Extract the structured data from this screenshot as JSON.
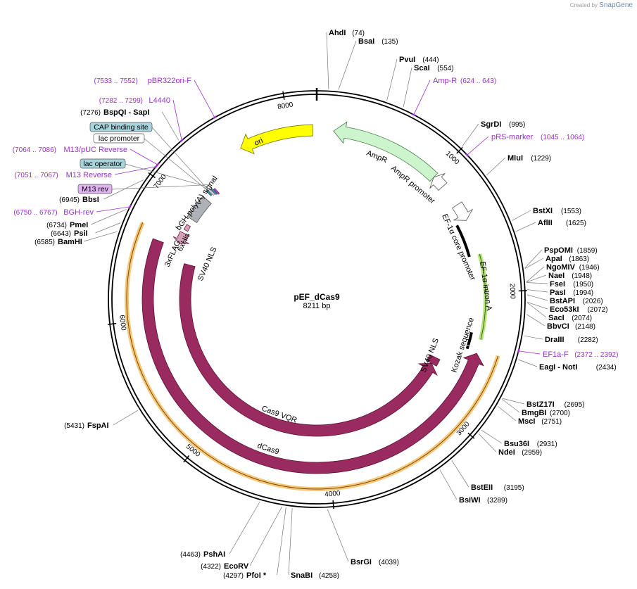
{
  "brand": {
    "created_by": "Created by",
    "app": "SnapGene"
  },
  "plasmid": {
    "name": "pEF_dCas9",
    "size_label": "8211 bp",
    "length": 8211
  },
  "ticks": [
    {
      "bp": 1000,
      "label": "1000"
    },
    {
      "bp": 2000,
      "label": "2000"
    },
    {
      "bp": 3000,
      "label": "3000"
    },
    {
      "bp": 4000,
      "label": "4000"
    },
    {
      "bp": 5000,
      "label": "5000"
    },
    {
      "bp": 6000,
      "label": "6000"
    },
    {
      "bp": 7000,
      "label": "7000"
    },
    {
      "bp": 8000,
      "label": "8000"
    }
  ],
  "sites": [
    {
      "name": "AhdI",
      "pos": "(74)",
      "bp": 74
    },
    {
      "name": "BsaI",
      "pos": "(135)",
      "bp": 135
    },
    {
      "name": "PvuI",
      "pos": "(444)",
      "bp": 444
    },
    {
      "name": "ScaI",
      "pos": "(554)",
      "bp": 554
    },
    {
      "name": "SgrDI",
      "pos": "(995)",
      "bp": 995
    },
    {
      "name": "MluI",
      "pos": "(1229)",
      "bp": 1229
    },
    {
      "name": "BstXI",
      "pos": "(1553)",
      "bp": 1553
    },
    {
      "name": "AflII",
      "pos": "(1625)",
      "bp": 1625
    },
    {
      "name": "PspOMI",
      "pos": "(1859)",
      "bp": 1859
    },
    {
      "name": "ApaI",
      "pos": "(1863)",
      "bp": 1863
    },
    {
      "name": "NgoMIV",
      "pos": "(1946)",
      "bp": 1946
    },
    {
      "name": "NaeI",
      "pos": "(1948)",
      "bp": 1948
    },
    {
      "name": "FseI",
      "pos": "(1950)",
      "bp": 1950
    },
    {
      "name": "PasI",
      "pos": "(1994)",
      "bp": 1994
    },
    {
      "name": "BstAPI",
      "pos": "(2026)",
      "bp": 2026
    },
    {
      "name": "Eco53kI",
      "pos": "(2072)",
      "bp": 2072
    },
    {
      "name": "SacI",
      "pos": "(2074)",
      "bp": 2074
    },
    {
      "name": "BbvCI",
      "pos": "(2148)",
      "bp": 2148
    },
    {
      "name": "DraIII",
      "pos": "(2282)",
      "bp": 2282
    },
    {
      "name": "EagI - NotI",
      "pos": "(2434)",
      "bp": 2434
    },
    {
      "name": "BstZ17I",
      "pos": "(2695)",
      "bp": 2695
    },
    {
      "name": "BmgBI",
      "pos": "(2700)",
      "bp": 2700
    },
    {
      "name": "MscI",
      "pos": "(2751)",
      "bp": 2751
    },
    {
      "name": "Bsu36I",
      "pos": "(2931)",
      "bp": 2931
    },
    {
      "name": "NdeI",
      "pos": "(2959)",
      "bp": 2959
    },
    {
      "name": "BstEII",
      "pos": "(3195)",
      "bp": 3195
    },
    {
      "name": "BsiWI",
      "pos": "(3289)",
      "bp": 3289
    },
    {
      "name": "BsrGI",
      "pos": "(4039)",
      "bp": 4039
    },
    {
      "name": "SnaBI",
      "pos": "(4258)",
      "bp": 4258
    },
    {
      "name": "PfoI *",
      "pos": "(4297)",
      "bp": 4297
    },
    {
      "name": "EcoRV",
      "pos": "(4322)",
      "bp": 4322
    },
    {
      "name": "PshAI",
      "pos": "(4463)",
      "bp": 4463
    },
    {
      "name": "FspAI",
      "pos": "(5431)",
      "bp": 5431
    },
    {
      "name": "BamHI",
      "pos": "(6585)",
      "bp": 6585
    },
    {
      "name": "PsiI",
      "pos": "(6643)",
      "bp": 6643
    },
    {
      "name": "PmeI",
      "pos": "(6734)",
      "bp": 6734
    },
    {
      "name": "BbsI",
      "pos": "(6945)",
      "bp": 6945
    },
    {
      "name": "BspQI - SapI",
      "pos": "(7276)",
      "bp": 7276
    }
  ],
  "primers": [
    {
      "name": "pBR322ori-F",
      "range": "(7533 .. 7552)",
      "bp": 7542
    },
    {
      "name": "L4440",
      "range": "(7282 .. 7299)",
      "bp": 7290
    },
    {
      "name": "M13/pUC Reverse",
      "range": "(7064 .. 7086)",
      "bp": 7075
    },
    {
      "name": "M13 Reverse",
      "range": "(7051 .. 7067)",
      "bp": 7059
    },
    {
      "name": "BGH-rev",
      "range": "(6750 .. 6767)",
      "bp": 6758
    },
    {
      "name": "Amp-R",
      "range": "(624 .. 643)",
      "bp": 633
    },
    {
      "name": "pRS-marker",
      "range": "(1045 .. 1064)",
      "bp": 1054
    },
    {
      "name": "EF1a-F",
      "range": "(2372 .. 2392)",
      "bp": 2382
    }
  ],
  "boxed_features": [
    {
      "name": "CAP binding site",
      "style": "teal"
    },
    {
      "name": "lac promoter",
      "style": "white"
    },
    {
      "name": "lac operator",
      "style": "teal"
    },
    {
      "name": "M13 rev",
      "style": "purple"
    }
  ],
  "features": {
    "ori": "ori",
    "ampr": "AmpR",
    "ampr_promoter": "AmpR promoter",
    "ef1a_core": "EF-1α core promoter",
    "ef1a_intron": "EF-1α intron A",
    "kozak": "Kozak sequence",
    "sv40_nls_right": "SV40 NLS",
    "sv40_nls_left": "SV40 NLS",
    "cas9_vqr": "Cas9 VQR",
    "dcas9": "dCas9",
    "xflag": "3xFLAG",
    "his": "6xHis",
    "bgh": "bGH poly(A) signal"
  },
  "colors": {
    "ori": "#ffff00",
    "ampr": "#ccf5cc",
    "promoter": "#ffffff",
    "cds": "#9a2b60",
    "tag": "#d6a0b8",
    "polya": "#aeb2b8",
    "orange_band": "#f0b040",
    "green_band": "#80cc40",
    "primer": "#9b30c8"
  }
}
